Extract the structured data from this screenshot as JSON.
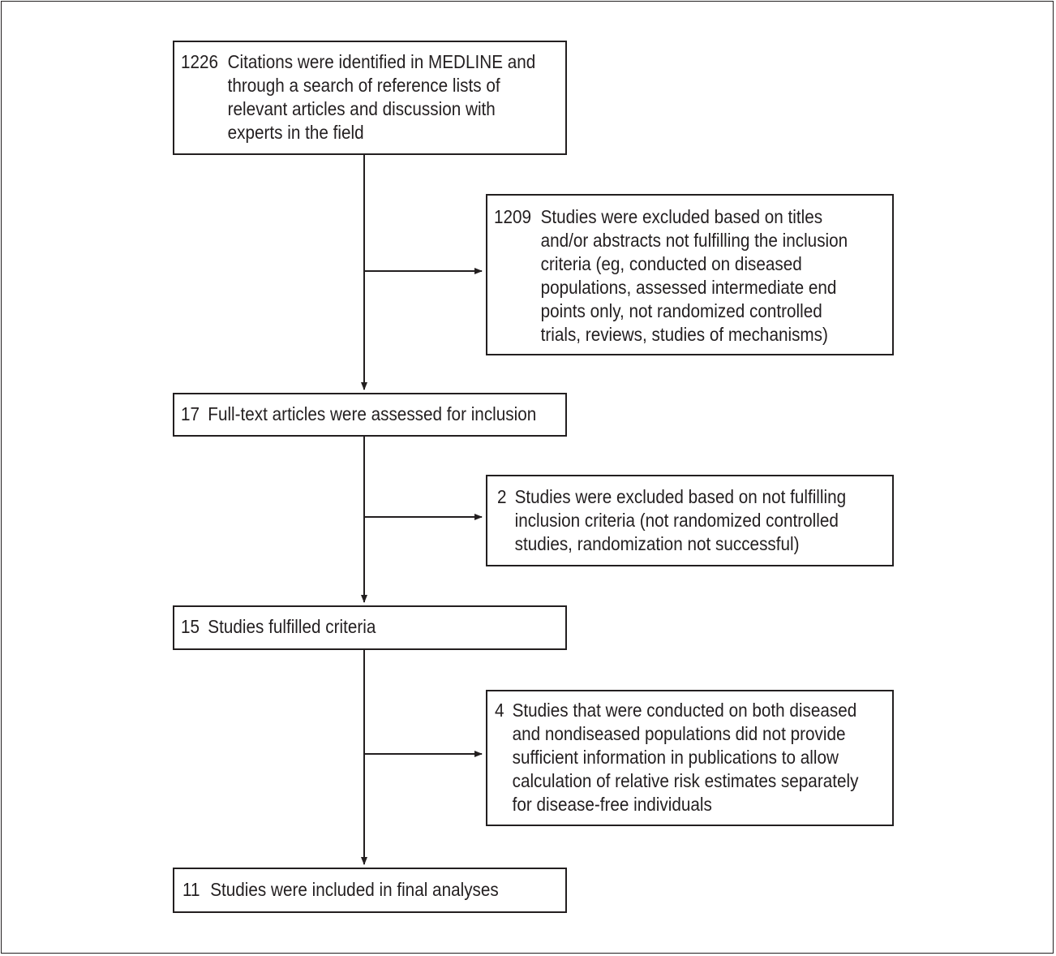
{
  "flowchart": {
    "boxes": [
      {
        "id": "citations",
        "number": "1226",
        "lines": [
          "Citations were identified in MEDLINE and",
          "through a search of reference lists of",
          "relevant articles and discussion with",
          "experts in the field"
        ]
      },
      {
        "id": "excluded-titles",
        "number": "1209",
        "lines": [
          "Studies were excluded based on titles",
          "and/or abstracts not fulfilling the inclusion",
          "criteria (eg, conducted on diseased",
          "populations, assessed intermediate end",
          "points only, not randomized controlled",
          "trials, reviews, studies of mechanisms)"
        ]
      },
      {
        "id": "full-text",
        "number": "17",
        "lines": [
          "Full-text articles were assessed for inclusion"
        ]
      },
      {
        "id": "excluded-criteria",
        "number": "2",
        "lines": [
          "Studies were excluded based on not fulfilling",
          "inclusion criteria (not randomized controlled",
          "studies, randomization not successful)"
        ]
      },
      {
        "id": "fulfilled",
        "number": "15",
        "lines": [
          "Studies fulfilled criteria"
        ]
      },
      {
        "id": "excluded-populations",
        "number": "4",
        "lines": [
          "Studies that were conducted on both diseased",
          "and nondiseased populations did not provide",
          "sufficient information in publications to allow",
          "calculation of relative risk estimates separately",
          "for disease-free individuals"
        ]
      },
      {
        "id": "final",
        "number": "11",
        "lines": [
          "Studies were included in final analyses"
        ]
      }
    ]
  }
}
